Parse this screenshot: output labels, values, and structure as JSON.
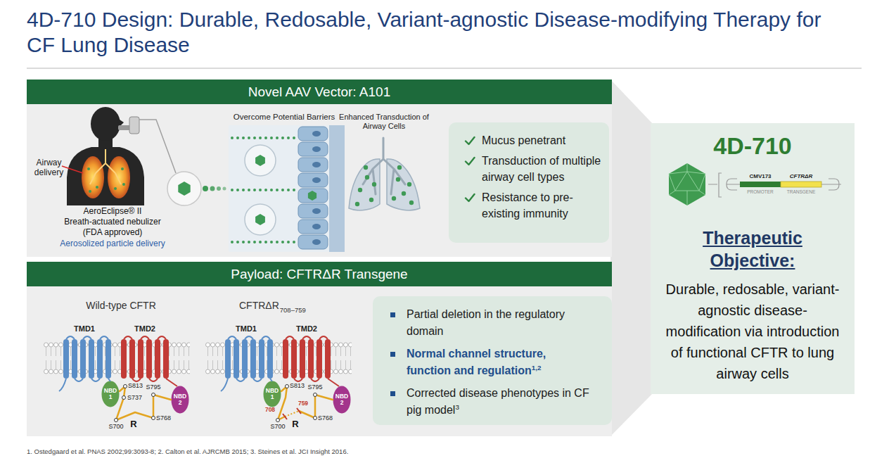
{
  "diagram": {
    "title": "4D-710 Design: Durable, Redosable, Variant-agnostic Disease-modifying Therapy for CF Lung Disease",
    "nodes": [
      {
        "text": [
          "Novel AAV Vector: A101"
        ]
      },
      {
        "text": [
          "Mucus penetrant",
          "Transduction of multiple airway cell types",
          "Resistance to pre-existing immunity"
        ],
        "in": 0
      },
      {
        "text": [
          "Payload: CFTRΔR Transgene"
        ]
      },
      {
        "text": [
          "NBD 1"
        ],
        "in": 2
      },
      {
        "text": [
          "NBD 2"
        ],
        "in": 2
      },
      {
        "text": [
          "NBD 1"
        ],
        "in": 2
      },
      {
        "text": [
          "NBD 2"
        ],
        "in": 2
      },
      {
        "text": [
          "Partial deletion in the regulatory domain",
          "Normal channel structure, function and regulation",
          "1,2",
          "Corrected disease phenotypes in CF pig model",
          "3"
        ],
        "in": 2
      },
      {
        "text": [
          "4D-710",
          "Therapeutic Objective:",
          "Durable, redosable, variant-agnostic disease-modification via introduction of functional CFTR to lung airway cells"
        ]
      }
    ],
    "labels": [
      "Airway delivery",
      "AeroEclipse® II",
      "Breath-actuated nebulizer",
      "(FDA approved)",
      "Aerosolized particle delivery",
      "Overcome Potential Barriers",
      "Enhanced Transduction of Airway Cells",
      "Wild-type CFTR",
      "CFTRΔR",
      "708–759",
      "TMD1",
      "TMD2",
      "S813",
      "S737",
      "S795",
      "S768",
      "S700",
      "R",
      "TMD1",
      "TMD2",
      "S813",
      "S795",
      "708",
      "759",
      "S768",
      "S700",
      "R",
      "CMV173",
      "CFTRΔR",
      "PROMOTER",
      "TRANSGENE",
      "1. Ostedgaard et al. PNAS 2002;99:3093-8; 2. Calton et al. AJRCMB 2015; 3. Steines et al. JCI Insight 2016."
    ]
  }
}
